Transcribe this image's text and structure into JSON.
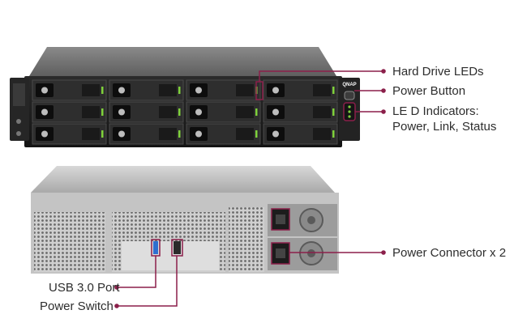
{
  "labels": {
    "hard_drive_leds": "Hard Drive LEDs",
    "power_button": "Power Button",
    "led_indicators": "LE D Indicators: Power, Link, Status",
    "power_connector": "Power Connector x 2",
    "usb_port": "USB 3.0 Port",
    "power_switch": "Power Switch"
  },
  "front_panel": {
    "brand": "QNAP",
    "drive_bays": {
      "rows": 3,
      "columns": 4
    }
  },
  "rear_panel": {
    "power_supplies": 2
  },
  "colors": {
    "callout": "#8b1f4a",
    "chassis_dark": "#1e1e1e",
    "chassis_metal": "#b9b9b9",
    "led_green": "#7fd13b",
    "usb_blue": "#2f6fd0"
  },
  "icons": [
    "callout-dot",
    "fan-icon",
    "power-socket-icon"
  ]
}
